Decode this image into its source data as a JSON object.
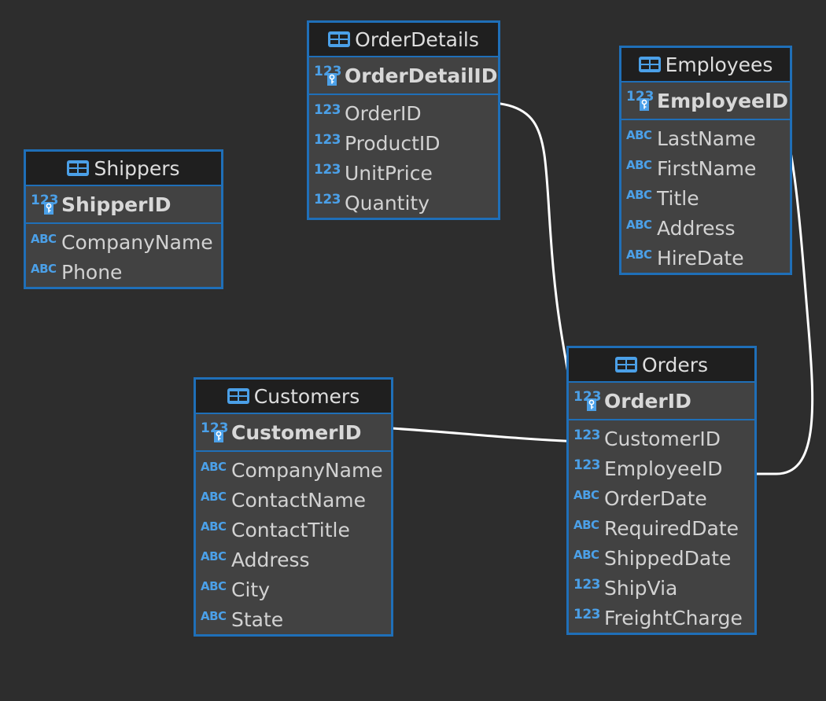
{
  "type_labels": {
    "numeric": "123",
    "text": "ABC"
  },
  "colors": {
    "accent": "#1f6fb8",
    "type": "#4ba0e8",
    "background": "#2d2d2d",
    "link": "#ffffff"
  },
  "tables": {
    "order_details": {
      "name": "OrderDetails",
      "pk": "OrderDetailID",
      "columns": [
        {
          "name": "OrderID",
          "type": "123"
        },
        {
          "name": "ProductID",
          "type": "123"
        },
        {
          "name": "UnitPrice",
          "type": "123"
        },
        {
          "name": "Quantity",
          "type": "123"
        }
      ]
    },
    "employees": {
      "name": "Employees",
      "pk": "EmployeeID",
      "columns": [
        {
          "name": "LastName",
          "type": "ABC"
        },
        {
          "name": "FirstName",
          "type": "ABC"
        },
        {
          "name": "Title",
          "type": "ABC"
        },
        {
          "name": "Address",
          "type": "ABC"
        },
        {
          "name": "HireDate",
          "type": "ABC"
        }
      ]
    },
    "shippers": {
      "name": "Shippers",
      "pk": "ShipperID",
      "columns": [
        {
          "name": "CompanyName",
          "type": "ABC"
        },
        {
          "name": "Phone",
          "type": "ABC"
        }
      ]
    },
    "customers": {
      "name": "Customers",
      "pk": "CustomerID",
      "columns": [
        {
          "name": "CompanyName",
          "type": "ABC"
        },
        {
          "name": "ContactName",
          "type": "ABC"
        },
        {
          "name": "ContactTitle",
          "type": "ABC"
        },
        {
          "name": "Address",
          "type": "ABC"
        },
        {
          "name": "City",
          "type": "ABC"
        },
        {
          "name": "State",
          "type": "ABC"
        }
      ]
    },
    "orders": {
      "name": "Orders",
      "pk": "OrderID",
      "columns": [
        {
          "name": "CustomerID",
          "type": "123"
        },
        {
          "name": "EmployeeID",
          "type": "123"
        },
        {
          "name": "OrderDate",
          "type": "ABC"
        },
        {
          "name": "RequiredDate",
          "type": "ABC"
        },
        {
          "name": "ShippedDate",
          "type": "ABC"
        },
        {
          "name": "ShipVia",
          "type": "123"
        },
        {
          "name": "FreightCharge",
          "type": "123"
        }
      ]
    }
  },
  "relationships": [
    {
      "from": "OrderDetails.OrderID",
      "to": "Orders.OrderID"
    },
    {
      "from": "Customers.CustomerID",
      "to": "Orders.CustomerID"
    },
    {
      "from": "Employees.EmployeeID",
      "to": "Orders.EmployeeID"
    }
  ]
}
